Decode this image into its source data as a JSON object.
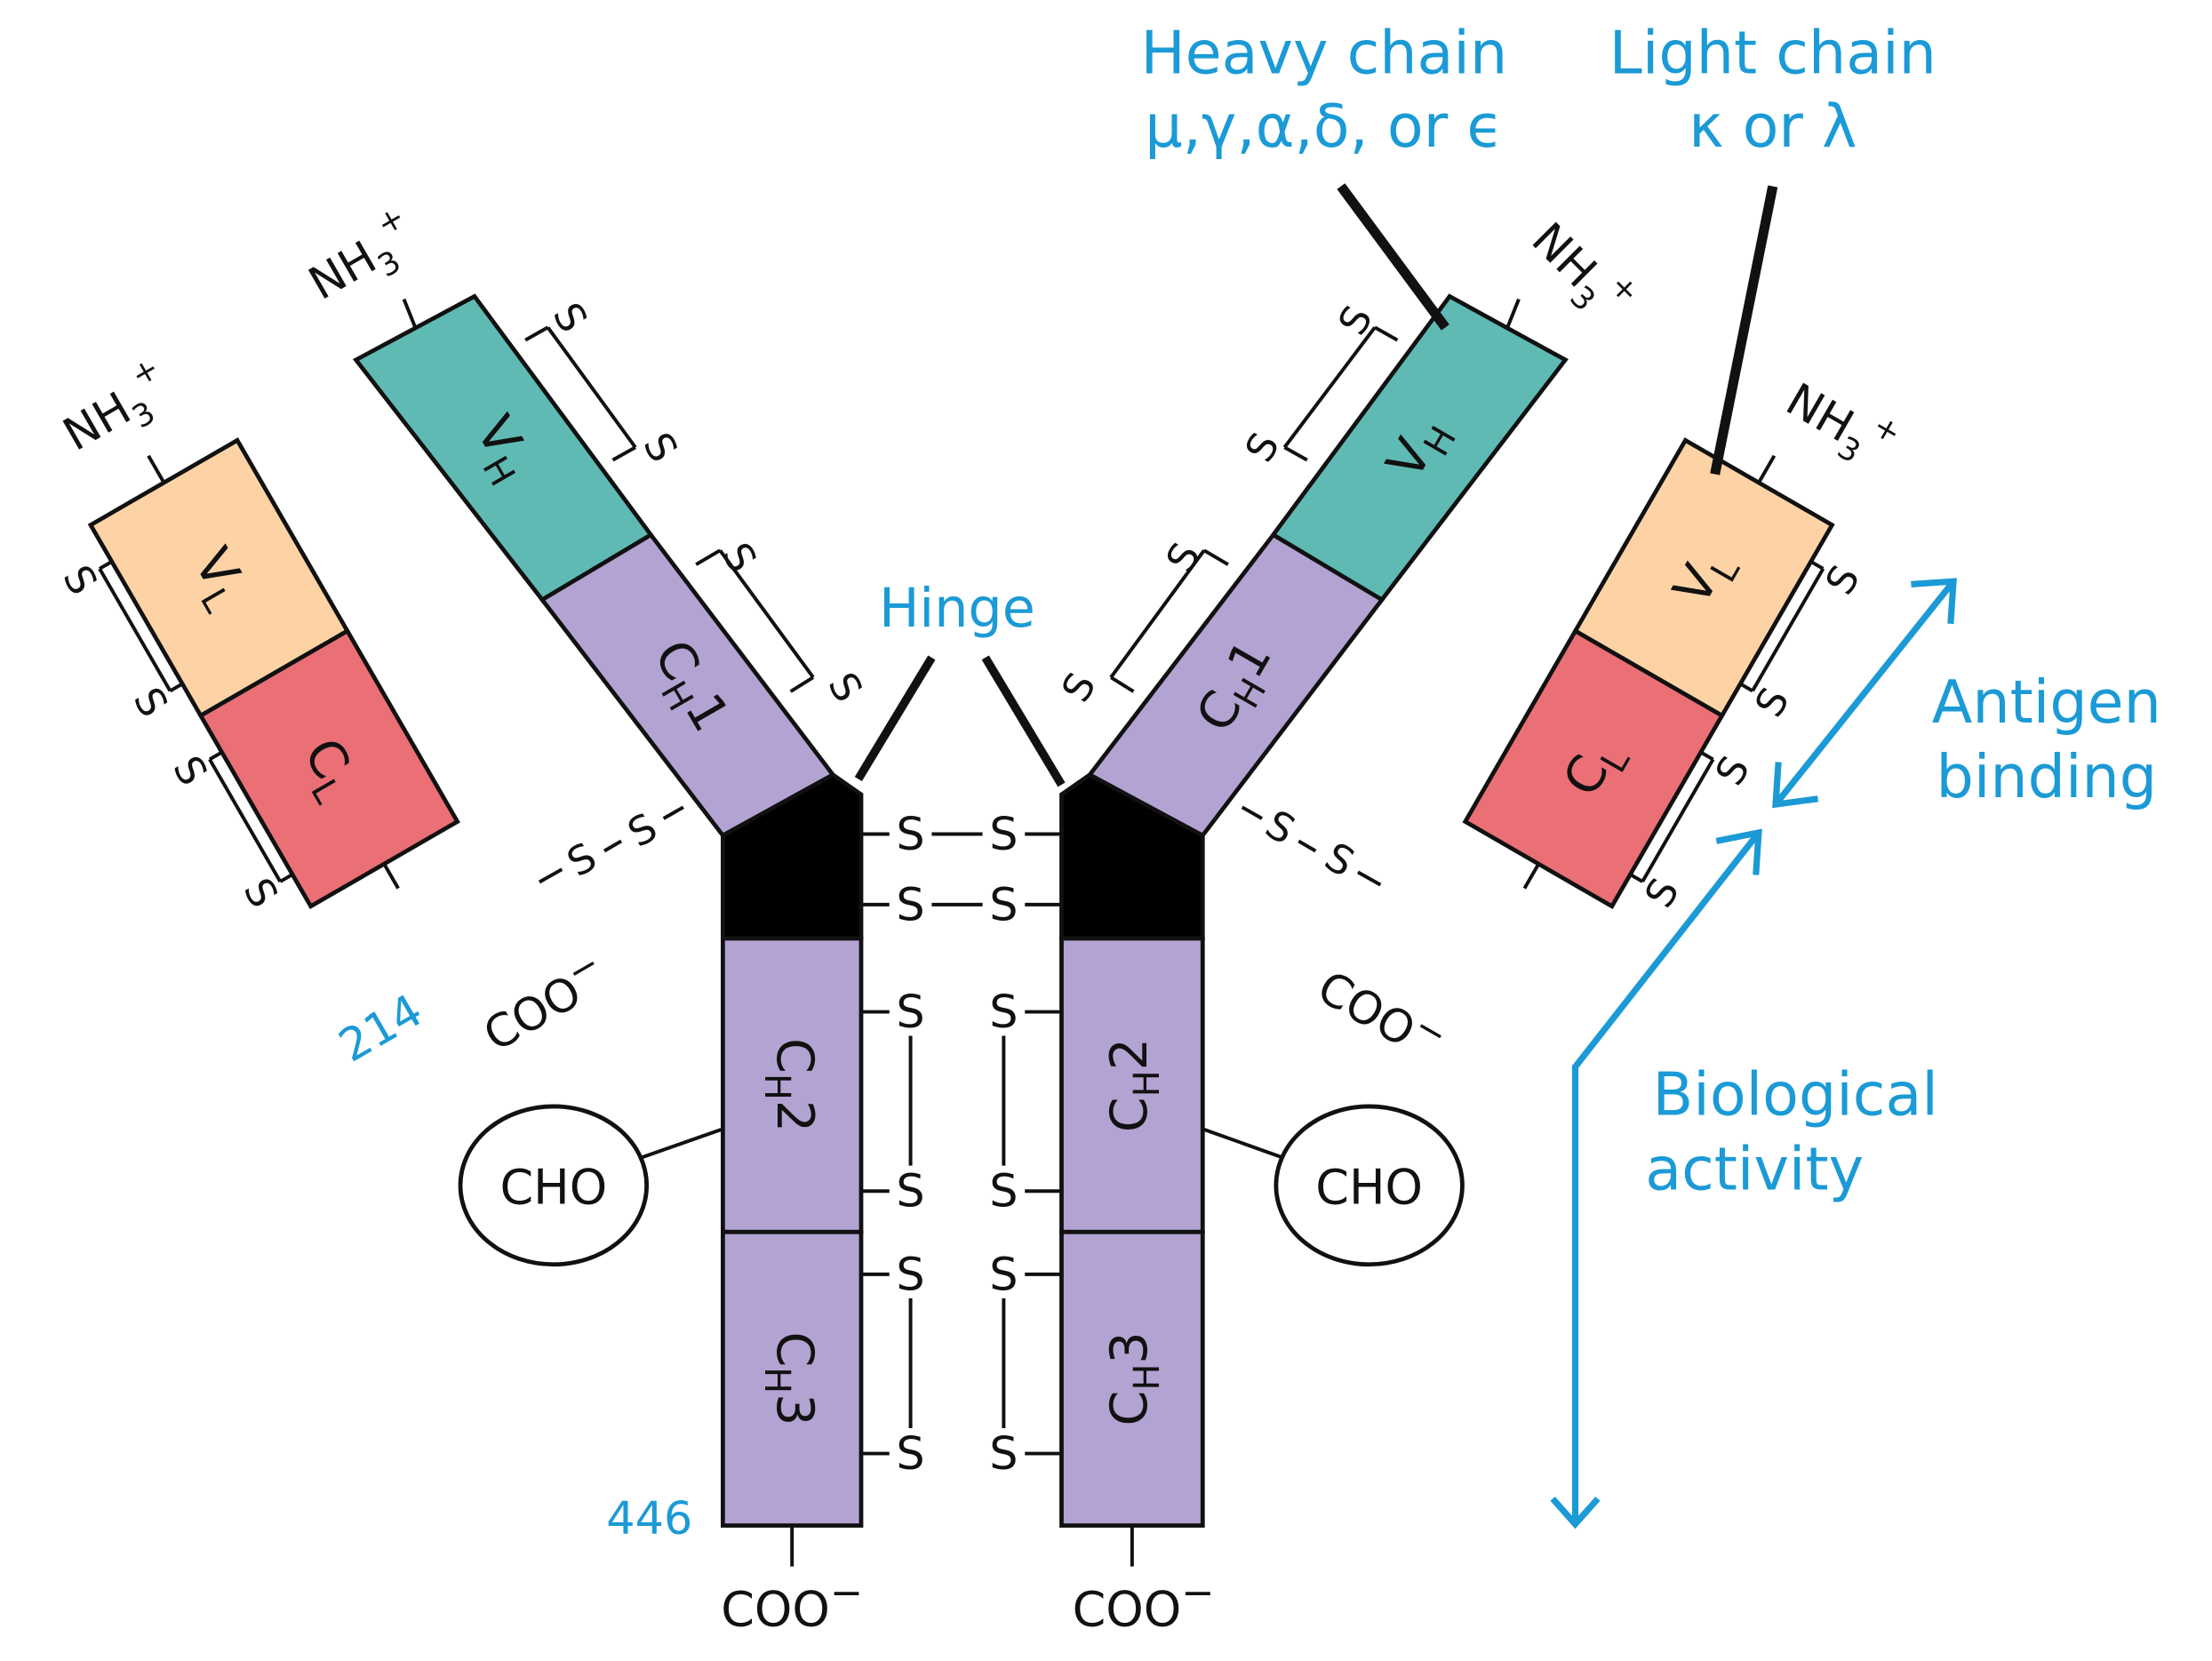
{
  "labels": {
    "heavy_chain_title": "Heavy chain",
    "heavy_chain_classes": "μ,γ,α,δ, or ϵ",
    "light_chain_title": "Light chain",
    "light_chain_classes": "κ or λ",
    "hinge": "Hinge",
    "antigen_binding_line1": "Antigen",
    "antigen_binding_line2": "binding",
    "biological_activity_line1": "Biological",
    "biological_activity_line2": "activity"
  },
  "termini": {
    "amino": "NH",
    "amino_sub": "3",
    "amino_sup": "+",
    "carboxyl": "COO",
    "carboxyl_sup": "−"
  },
  "domains": {
    "c": "C",
    "v": "V",
    "h": "H",
    "l": "L",
    "ch1_suffix": "1",
    "ch2_suffix": "2",
    "ch3_suffix": "3"
  },
  "sulfur": "S",
  "carbohydrate": "CHO",
  "residue_light_end": "214",
  "residue_heavy_end": "446",
  "colors": {
    "variable_heavy": "#5fbab4",
    "variable_light": "#fdd3a6",
    "constant_light": "#ea7076",
    "constant_heavy": "#b3a3d2",
    "hinge_region": "#000000",
    "accent_text": "#1b9ad6"
  }
}
